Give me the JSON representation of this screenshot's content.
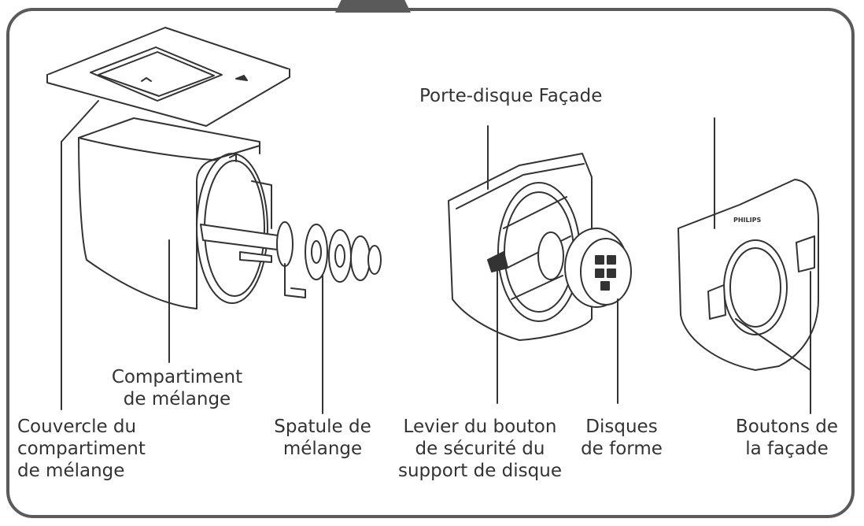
{
  "labels": {
    "couvercle": "Couvercle du\ncompartiment\nde mélange",
    "compartiment": "Compartiment\nde mélange",
    "spatule": "Spatule de\nmélange",
    "levier": "Levier du bouton\nde sécurité du\nsupport de disque",
    "disques": "Disques\nde forme",
    "boutons": "Boutons de\nla façade",
    "porte_disque": "Porte-disque Façade"
  },
  "brand_mark": "PHILIPS",
  "colors": {
    "frame": "#5a5a5a",
    "line": "#333333",
    "text": "#333333"
  }
}
